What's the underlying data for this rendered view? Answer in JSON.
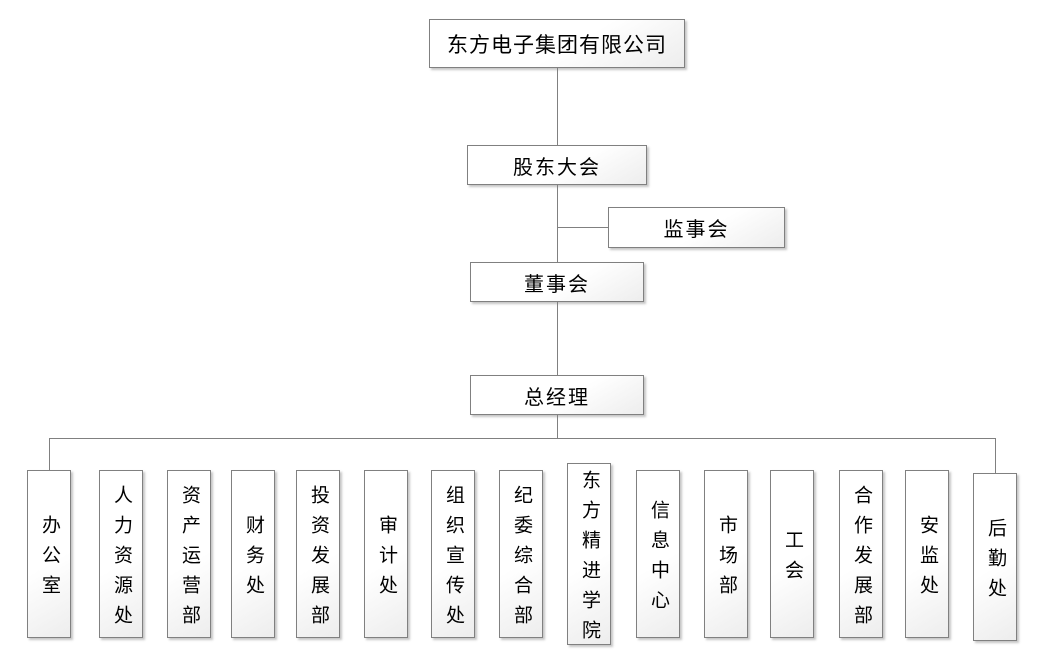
{
  "colors": {
    "background": "#ffffff",
    "box_border": "#808080",
    "box_fill_top": "#ffffff",
    "box_fill_bottom": "#ededed",
    "connector_line": "#808080",
    "text": "#000000"
  },
  "org": {
    "root_label": "东方电子集团有限公司",
    "shareholders_label": "股东大会",
    "supervisory_label": "监事会",
    "board_label": "董事会",
    "general_manager_label": "总经理",
    "hierarchy_note": "root > shareholders > board (supervisory branch) > general manager > departments",
    "departments": [
      {
        "label": "办公室"
      },
      {
        "label": "人力资源处"
      },
      {
        "label": "资产运营部"
      },
      {
        "label": "财务处"
      },
      {
        "label": "投资发展部"
      },
      {
        "label": "审计处"
      },
      {
        "label": "组织宣传处"
      },
      {
        "label": "纪委综合部"
      },
      {
        "label": "东方精进学院"
      },
      {
        "label": "信息中心"
      },
      {
        "label": "市场部"
      },
      {
        "label": "工会"
      },
      {
        "label": "合作发展部"
      },
      {
        "label": "安监处"
      },
      {
        "label": "后勤处"
      }
    ]
  }
}
